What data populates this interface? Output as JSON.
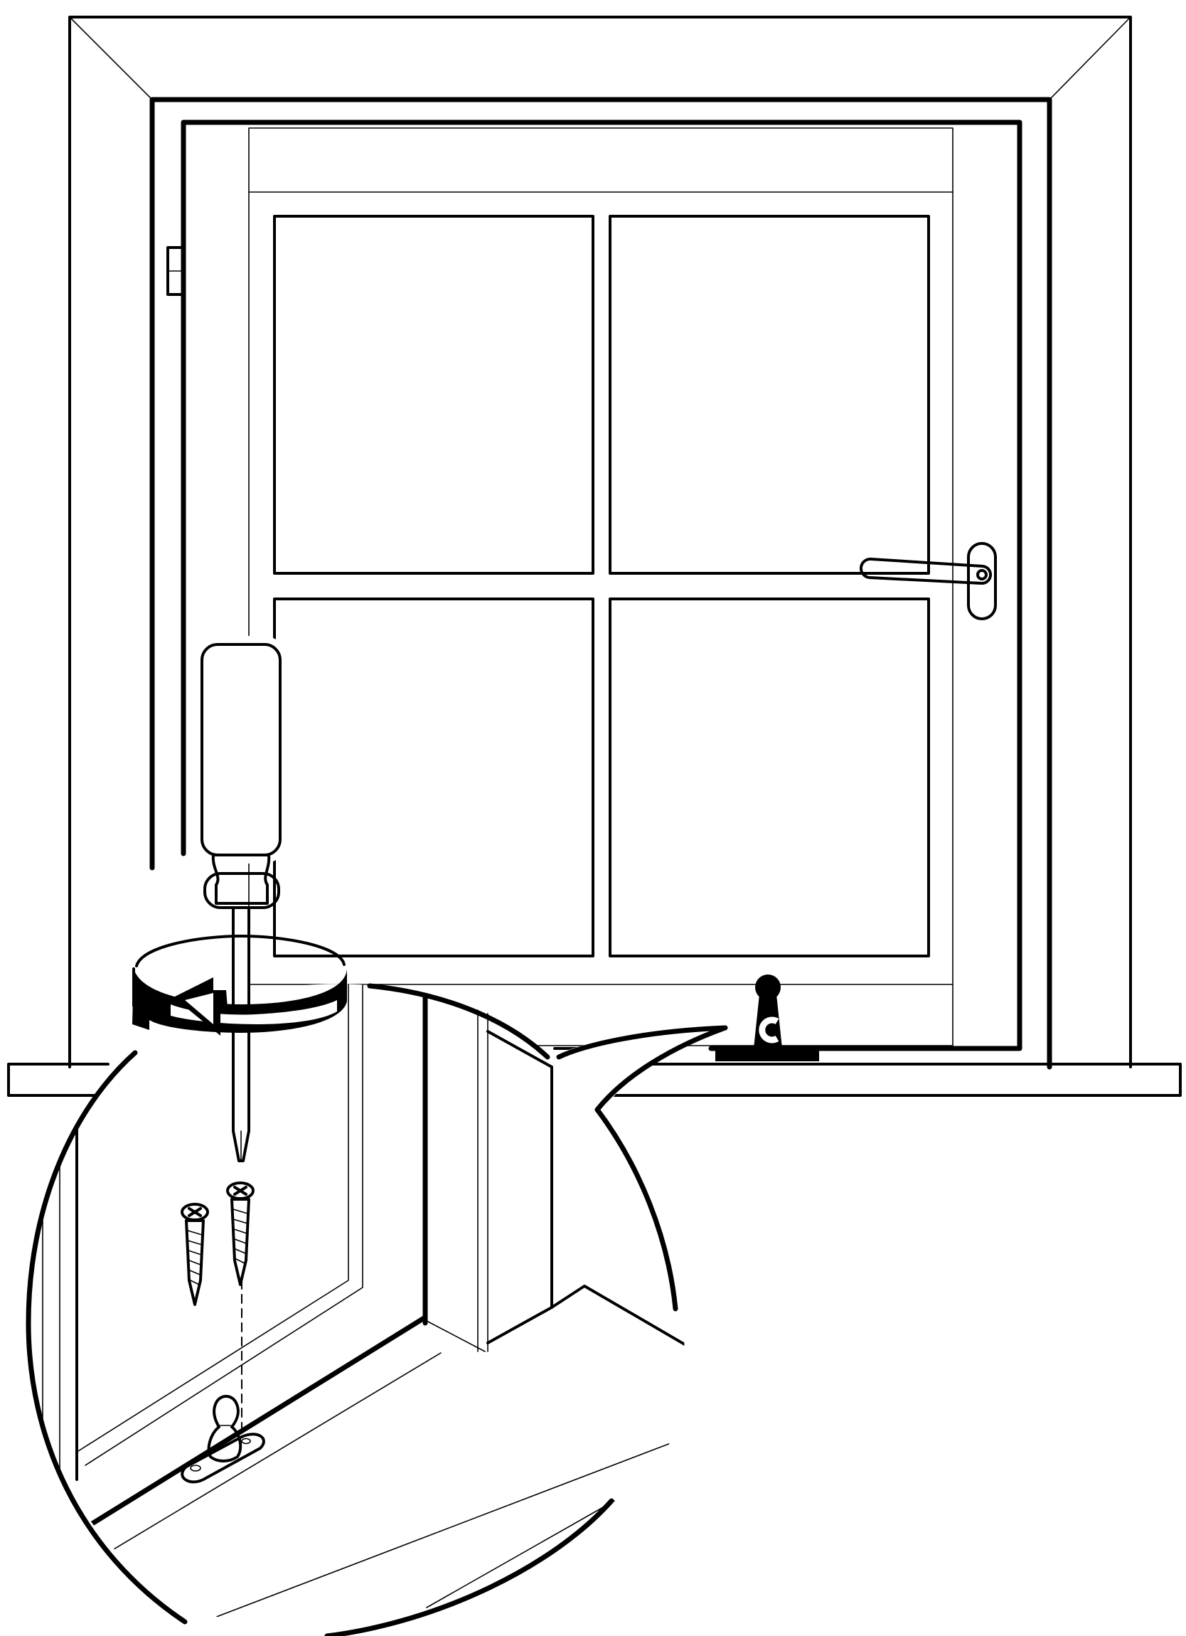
{
  "figure": {
    "type": "installation-instruction-illustration",
    "scene": {
      "window_panes": 4,
      "has_handle": true,
      "has_restrictor_catch_on_sill": true
    },
    "detail_callout": {
      "shape": "circle",
      "shows": [
        "screwdriver",
        "rotation-arrow",
        "screw",
        "screw",
        "catch-plate"
      ],
      "screw_count": 2
    },
    "colors": {
      "line": "#000000",
      "background": "#ffffff",
      "glass": "#f2f2f2"
    }
  }
}
